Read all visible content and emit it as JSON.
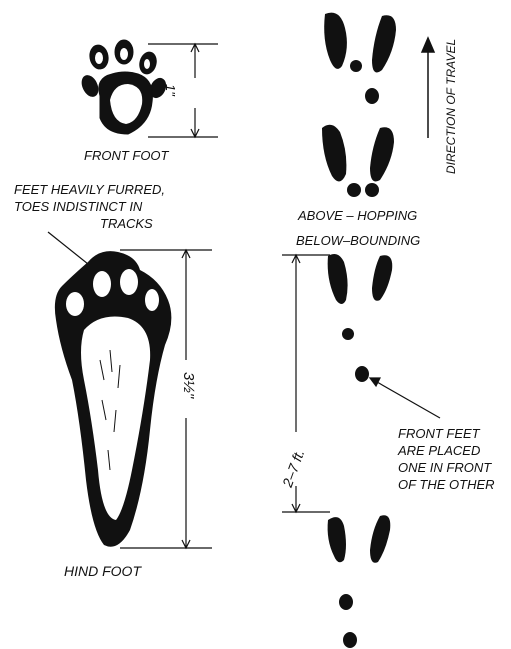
{
  "labels": {
    "front_foot_size": "1\"",
    "front_foot": "FRONT FOOT",
    "furred_line1": "FEET HEAVILY FURRED,",
    "furred_line2": "TOES INDISTINCT IN",
    "furred_line3": "TRACKS",
    "hind_foot_size": "3½\"",
    "hind_foot": "HIND FOOT",
    "direction": "DIRECTION OF TRAVEL",
    "above": "ABOVE – HOPPING",
    "below": "BELOW–BOUNDING",
    "gap": "2–7 ft.",
    "front_feet_line1": "FRONT FEET",
    "front_feet_line2": "ARE PLACED",
    "front_feet_line3": "ONE IN FRONT",
    "front_feet_line4": "OF THE OTHER"
  },
  "colors": {
    "ink": "#111111",
    "background": "#ffffff"
  }
}
